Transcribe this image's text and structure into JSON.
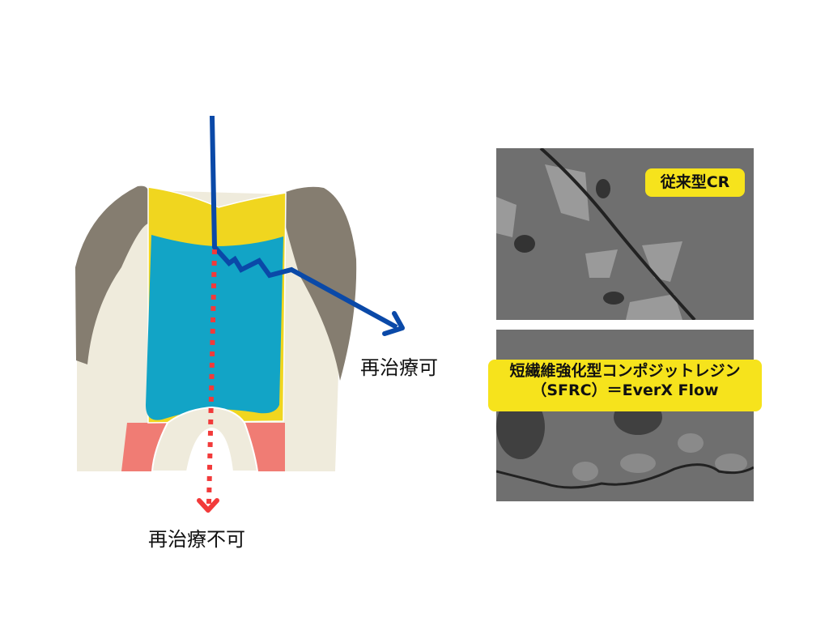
{
  "labels": {
    "retreatable": "再治療可",
    "not_retreatable": "再治療不可"
  },
  "panels": {
    "conventional": "従来型CR",
    "sfrc_line1": "短繊維強化型コンポジットレジン",
    "sfrc_line2": "（SFRC）＝EverX Flow"
  },
  "colors": {
    "enamel": "#857d70",
    "dentin": "#efebdc",
    "liner": "#f0d61f",
    "restoration": "#12a4c6",
    "gum": "#f07c74",
    "crack_blue": "#0a49a8",
    "crack_red": "#f23a3a",
    "tag": "#f6e31c"
  }
}
